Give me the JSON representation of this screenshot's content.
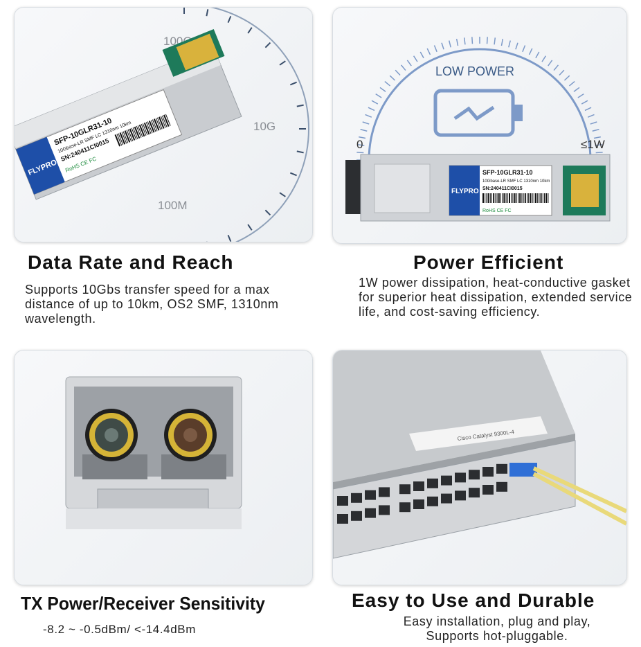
{
  "sections": [
    {
      "title": "Data Rate and Reach",
      "description": "Supports 10Gbs transfer speed for a max distance of up to 10km, OS2 SMF, 1310nm wavelength.",
      "dial_labels": [
        "100G",
        "10G",
        "100M"
      ]
    },
    {
      "title": "Power Efficient",
      "description": "1W power dissipation, heat-conductive gasket for superior heat dissipation, extended service life, and cost-saving efficiency.",
      "gauge_label": "LOW POWER",
      "gauge_min": "0",
      "gauge_max": "≤1W",
      "icon": "low-battery-icon"
    },
    {
      "title": "TX Power/Receiver Sensitivity",
      "description": "-8.2 ~ -0.5dBm/ <-14.4dBm"
    },
    {
      "title": "Easy to Use and Durable",
      "description": "Easy installation, plug and play, Supports hot-pluggable."
    }
  ],
  "module_label": {
    "brand": "FLYPRO",
    "model": "SFP-10GLR31-10",
    "spec": "10Gbase-LR SMF LC 1310nm 10km",
    "serial": "SN:240411CI0015",
    "marks": "RoHS  CE  FC"
  },
  "switch_label": "Cisco Catalyst 9300L-4",
  "colors": {
    "brand_blue": "#1e4fa8",
    "pcb_green": "#1e7a5a",
    "gold": "#d9b23c",
    "fiber_yellow": "#e9d97a",
    "lc_blue": "#2f6fd6"
  }
}
